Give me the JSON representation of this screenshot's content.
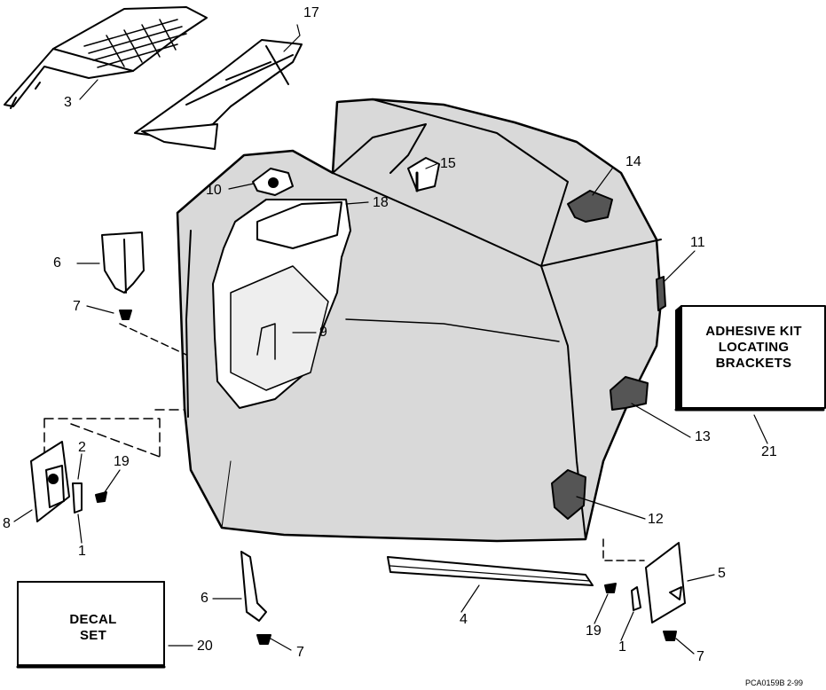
{
  "callouts": {
    "c17": "17",
    "c3": "3",
    "c10": "10",
    "c15": "15",
    "c14": "14",
    "c18": "18",
    "c6a": "6",
    "c11": "11",
    "c7a": "7",
    "c9": "9",
    "c13": "13",
    "c21": "21",
    "c2": "2",
    "c19a": "19",
    "c8": "8",
    "c1a": "1",
    "c12": "12",
    "c5": "5",
    "c6b": "6",
    "c4": "4",
    "c20": "20",
    "c19b": "19",
    "c1b": "1",
    "c7b": "7",
    "c7c": "7"
  },
  "adhesive_box": {
    "line1": "ADHESIVE KIT",
    "line2": "LOCATING",
    "line3": "BRACKETS"
  },
  "decal_box": {
    "line1": "DECAL",
    "line2": "SET"
  },
  "drawing_code": "PCA0159B   2-99",
  "colors": {
    "ink": "#000000",
    "paper": "#ffffff",
    "shade": "#d9d9d9"
  }
}
